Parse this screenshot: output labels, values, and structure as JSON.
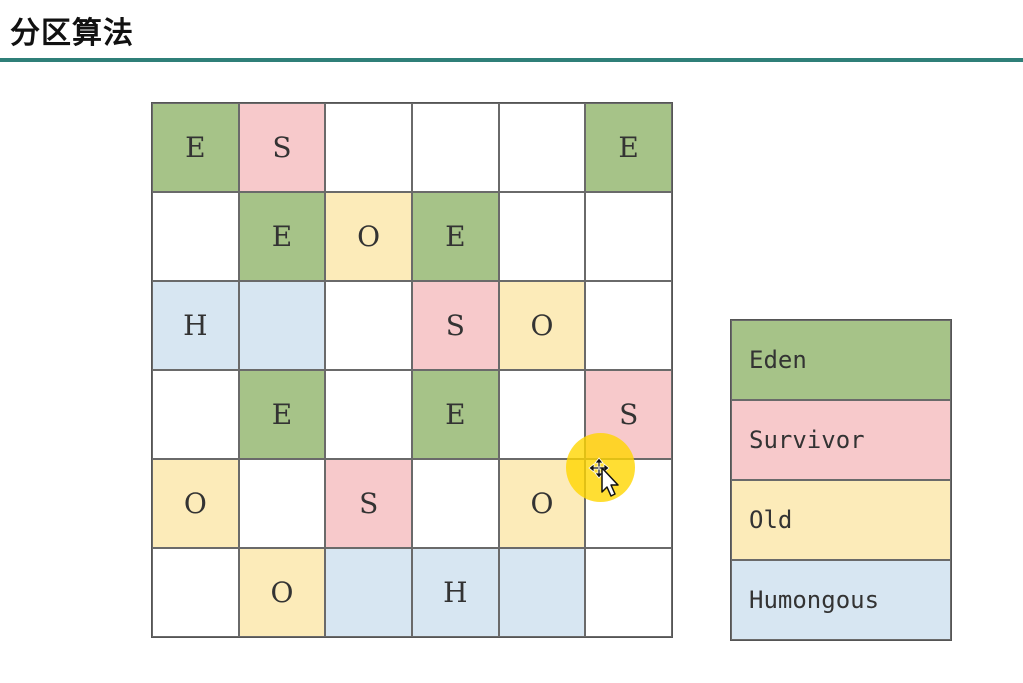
{
  "title": "分区算法",
  "colors": {
    "eden": "#a6c388",
    "survivor": "#f7c9cb",
    "old": "#fcebb9",
    "humongous": "#d7e6f2",
    "empty": "#ffffff",
    "rule": "#2f7f78",
    "cursor_highlight": "#ffd600"
  },
  "grid": [
    [
      {
        "label": "E",
        "type": "eden"
      },
      {
        "label": "S",
        "type": "survivor"
      },
      {
        "label": "",
        "type": "empty"
      },
      {
        "label": "",
        "type": "empty"
      },
      {
        "label": "",
        "type": "empty"
      },
      {
        "label": "E",
        "type": "eden"
      }
    ],
    [
      {
        "label": "",
        "type": "empty"
      },
      {
        "label": "E",
        "type": "eden"
      },
      {
        "label": "O",
        "type": "old"
      },
      {
        "label": "E",
        "type": "eden"
      },
      {
        "label": "",
        "type": "empty"
      },
      {
        "label": "",
        "type": "empty"
      }
    ],
    [
      {
        "label": "H",
        "type": "humongous"
      },
      {
        "label": "",
        "type": "humongous"
      },
      {
        "label": "",
        "type": "empty"
      },
      {
        "label": "S",
        "type": "survivor"
      },
      {
        "label": "O",
        "type": "old"
      },
      {
        "label": "",
        "type": "empty"
      }
    ],
    [
      {
        "label": "",
        "type": "empty"
      },
      {
        "label": "E",
        "type": "eden"
      },
      {
        "label": "",
        "type": "empty"
      },
      {
        "label": "E",
        "type": "eden"
      },
      {
        "label": "",
        "type": "empty"
      },
      {
        "label": "S",
        "type": "survivor"
      }
    ],
    [
      {
        "label": "O",
        "type": "old"
      },
      {
        "label": "",
        "type": "empty"
      },
      {
        "label": "S",
        "type": "survivor"
      },
      {
        "label": "",
        "type": "empty"
      },
      {
        "label": "O",
        "type": "old"
      },
      {
        "label": "",
        "type": "empty"
      }
    ],
    [
      {
        "label": "",
        "type": "empty"
      },
      {
        "label": "O",
        "type": "old"
      },
      {
        "label": "",
        "type": "humongous"
      },
      {
        "label": "H",
        "type": "humongous"
      },
      {
        "label": "",
        "type": "humongous"
      },
      {
        "label": "",
        "type": "empty"
      }
    ]
  ],
  "legend": [
    {
      "label": "Eden",
      "type": "eden"
    },
    {
      "label": "Survivor",
      "type": "survivor"
    },
    {
      "label": "Old",
      "type": "old"
    },
    {
      "label": "Humongous",
      "type": "humongous"
    }
  ],
  "cursor": {
    "icon": "move-cursor-icon"
  }
}
